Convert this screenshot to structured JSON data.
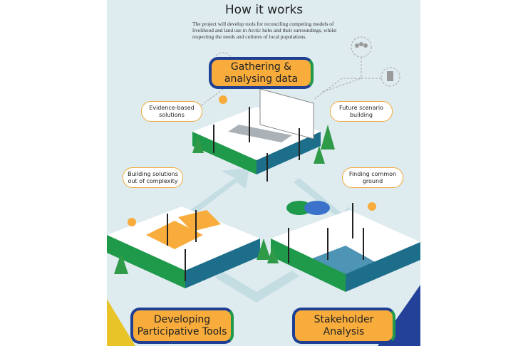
{
  "header": {
    "title": "How it works",
    "intro": "The project will develop tools for reconciling competing models of livelihood and land use in Arctic hubs and their surroundings, whilst respecting the needs and cultures of local populations."
  },
  "stages": {
    "gathering": {
      "line1": "Gathering &",
      "line2": "analysing data"
    },
    "developing": {
      "line1": "Developing",
      "line2": "Participative Tools"
    },
    "stakeholder": {
      "line1": "Stakeholder",
      "line2": "Analysis"
    }
  },
  "callouts": {
    "evidence": {
      "line1": "Evidence-based",
      "line2": "solutions"
    },
    "future": {
      "line1": "Future scenario",
      "line2": "building"
    },
    "complexity": {
      "line1": "Building solutions",
      "line2": "out of complexity"
    },
    "common": {
      "line1": "Finding common",
      "line2": "ground"
    }
  },
  "icons": [
    "thermometer-icon",
    "people-group-icon",
    "document-check-icon",
    "lightbulb-icon"
  ],
  "colors": {
    "background": "#deebef",
    "box_fill": "#f8ac3c",
    "box_border_blue": "#1f3f93",
    "box_border_green": "#1e9a4a",
    "callout_border": "#f2a93b"
  }
}
